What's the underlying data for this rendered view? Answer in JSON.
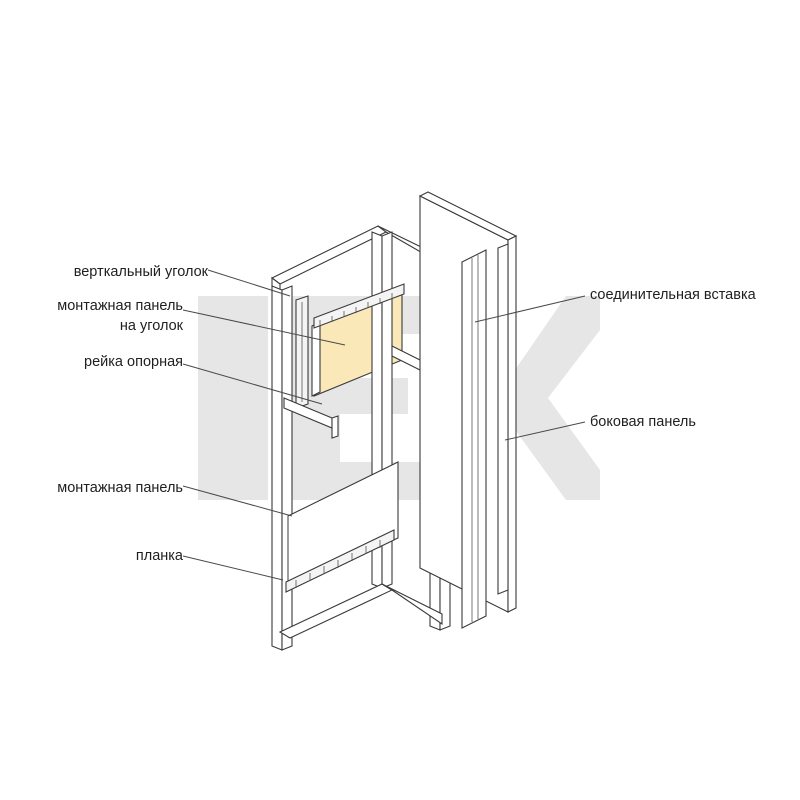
{
  "labels": {
    "vertical_angle": "верткальный уголок",
    "mounting_panel_angle_line1": "монтажная панель",
    "mounting_panel_angle_line2": "на уголок",
    "support_rail": "рейка опорная",
    "mounting_panel": "монтажная панель",
    "strip": "планка",
    "connecting_insert": "соединительная вставка",
    "side_panel": "боковая панель"
  },
  "colors": {
    "highlight": "#fbe8b8",
    "watermark": "#e6e6e6",
    "line": "#3a3a3a"
  }
}
